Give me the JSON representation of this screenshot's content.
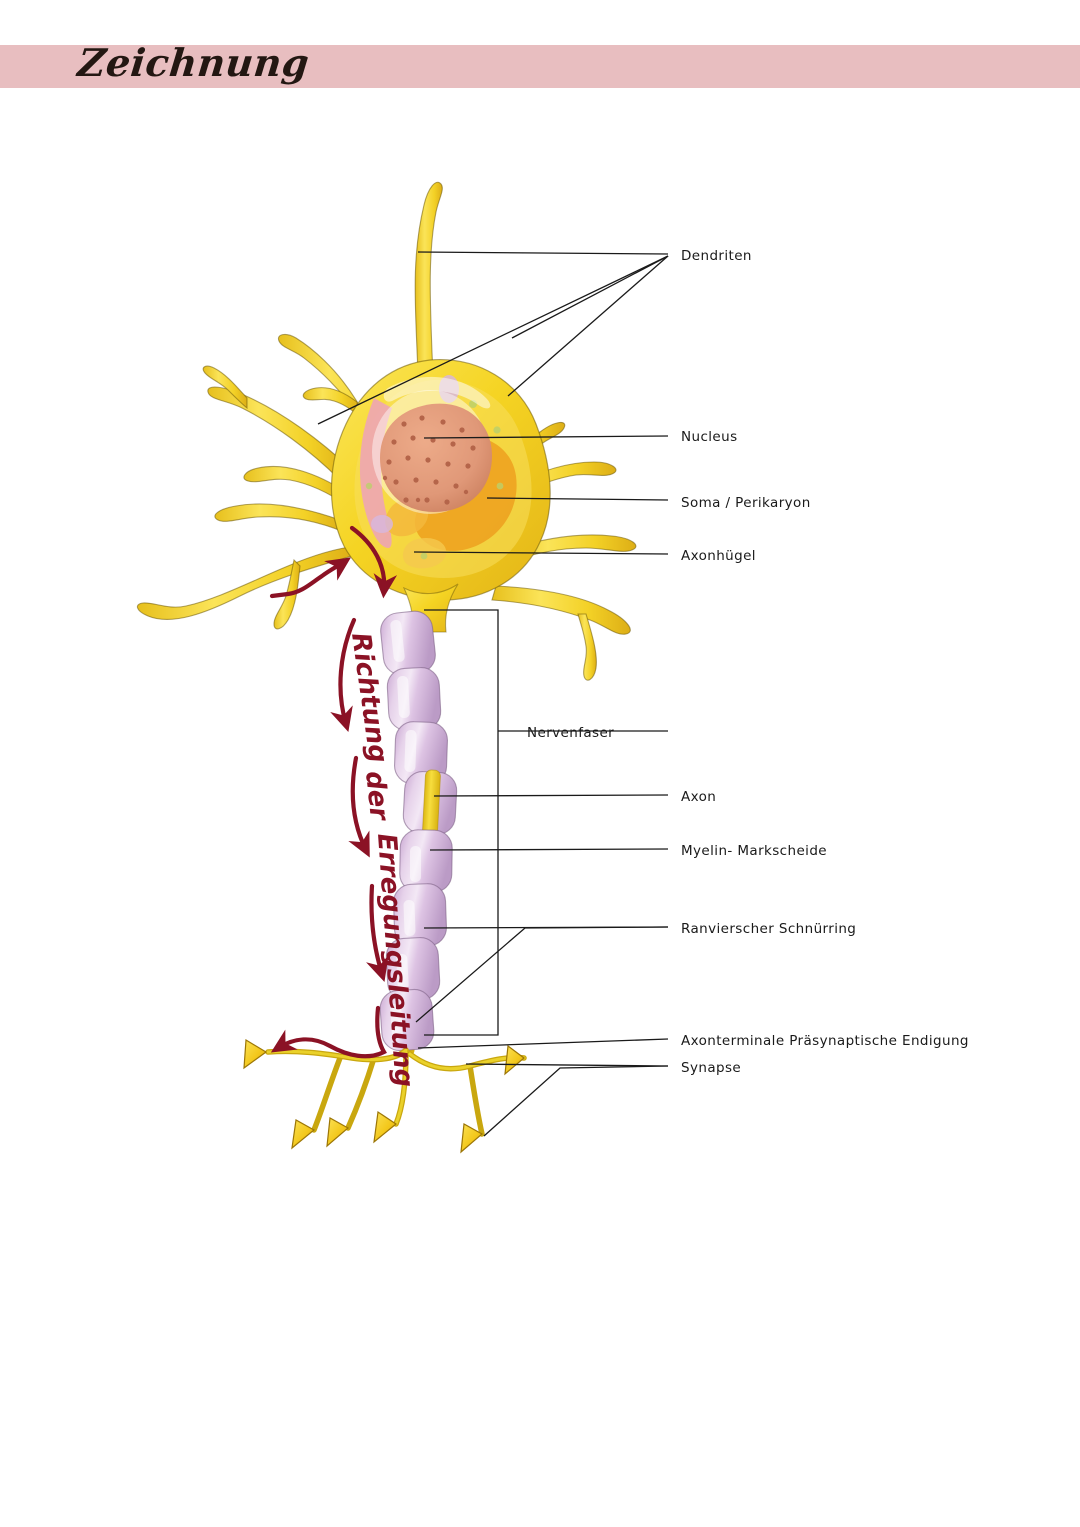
{
  "header": {
    "title": "Zeichnung",
    "banner_color": "#e8bec0"
  },
  "diagram": {
    "subject": "neuron",
    "flow_note": "Richtung der Erregungsleitung",
    "flow_note_color": "#8b1225",
    "colors": {
      "soma": "#f5d423",
      "soma_dark": "#e0b41c",
      "dendrite": "#f2cf24",
      "nucleus": "#e09878",
      "nucleus_speckle": "#b5654a",
      "cytoplasm_orange": "#eda01e",
      "cytoplasm_pink": "#eda5b4",
      "myelin": "#d8bedd",
      "myelin_dark": "#b694bf",
      "axon_yellow": "#f2d42a",
      "leader_line": "#1a1a1a",
      "arrow_red": "#8b1225"
    },
    "myelin_segment_count": 9,
    "synapse_terminal_count": 6
  },
  "labels": [
    {
      "id": "dendriten",
      "text": "Dendriten"
    },
    {
      "id": "nucleus",
      "text": "Nucleus"
    },
    {
      "id": "soma",
      "text": "Soma / Perikaryon"
    },
    {
      "id": "axonhuegel",
      "text": "Axonhügel"
    },
    {
      "id": "nervenfaser",
      "text": "Nervenfaser"
    },
    {
      "id": "axon",
      "text": "Axon"
    },
    {
      "id": "myelin",
      "text": "Myelin- Markscheide"
    },
    {
      "id": "ranvier",
      "text": "Ranvierscher  Schnürring"
    },
    {
      "id": "axonterminale",
      "text": "Axonterminale  Präsynaptische  Endigung"
    },
    {
      "id": "synapse",
      "text": "Synapse"
    }
  ]
}
